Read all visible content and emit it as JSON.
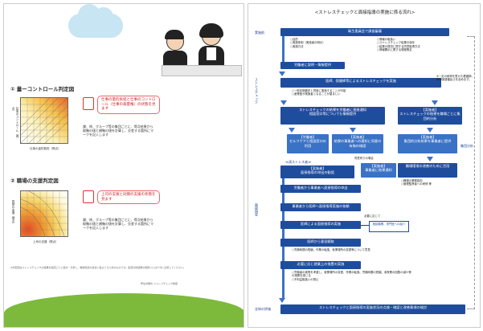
{
  "left": {
    "section1_title": "① 量ーコントロール判定図",
    "section1_note": "仕事の量的負担と仕事のコントロール（仕事の裁量権）の状態を見ます",
    "section1_desc": "課、係、グループ等の集団ごとに、得点結果から縦軸の値と横軸の値を計算し、交差する箇所にマークを記入します",
    "section1_yaxis": "仕事のコントロール（得点）",
    "section1_xaxis": "仕事の量的負担（得点）",
    "section2_title": "② 職場の支援判定図",
    "section2_note": "上司の支援と同僚の支援の状態を見ます",
    "section2_desc": "課、係、グループ等の集団ごとに、得点結果から縦軸の値と横軸の値を計算し、交差する箇所にマークを記入します",
    "section2_yaxis": "同僚の支援（得点）",
    "section2_xaxis": "上司の支援（得点）",
    "footnote": "※判定図はストレスチェックの結果を集団ごとに集計・分析し、職場環境の改善に役立てるためのものです。集団分析結果の取扱いには十分に注意してください。",
    "credit": "厚生労働省 ストレスチェック制度"
  },
  "right": {
    "title": "<ストレスチェックと面接指導の実施に係る流れ>",
    "phase_prep": "実施前",
    "phase_check": "ストレスチェック",
    "phase_interview": "面接指導",
    "phase_eval": "全体の評価",
    "phase_group": "集団分析",
    "box1": "衛生委員会で調査審議",
    "box1_items": [
      "○目的",
      "○実施体制（実施者の明示）",
      "○実施方法",
      "○情報の取扱い",
      "○ストレスチェック結果の保存",
      "○結果の提供に関する同意取得方法",
      "○情報開示に関する規程策定"
    ],
    "box2": "労働者に説明・情報提供",
    "box3": "医師、保健師等によるストレスチェックを実施",
    "box3_side": "※一定の研修を受けた看護師、精神保健福祉士を含めます。",
    "box3_sub": "○一般定期健診と同時に実施することが可能\n○産業医が実施者となることが望ましい",
    "box4": "ストレスチェックの結果を労働者に直接通知\n相談窓口等についても情報提供",
    "box5": "【実施者】\nストレスチェックの結果を職場ごとに集団的分析",
    "box6": "【労働者】\nセルフケアと相談窓口の利用",
    "box7": "【実施者】\n結果の事業者への通知に同意の有無の確認",
    "box8": "【実施者】\n集団的分析結果を事業者に提供",
    "box9_label": "同意有りの場合",
    "box9": "【実施者】\n事業者に結果通知",
    "box10": "職場環境の改善のために活用",
    "box10_note": "○職場の業務負担\n○管理監督者への研修 等",
    "box_high": "≪高ストレス者≫",
    "box11": "【実施者】\n面接指導の申出の勧奨",
    "box12": "労働者から事業者へ面接指導の申出",
    "box13": "事業者から医師へ面接指導実施の依頼",
    "box14": "医師による面接指導の実施",
    "box14_side": "必要に応じて",
    "box14_side2": "相談機関、専門医への紹介",
    "box15": "医師から意見聴取",
    "box15_note": "○労働時間の短縮、作業の転換、就業場所の変更等について意見",
    "box16": "必要に応じ就業上の措置の実施",
    "box16_note": "○労働者の実情を考慮し、就業場所の変更、作業の転換、労働時間の短縮、深夜業の回数の減少等の措置を講じる\n○不利益取扱いの禁止",
    "box17": "ストレスチェックと面接指導の実施状況の点検・確認と改善事項の検討"
  }
}
